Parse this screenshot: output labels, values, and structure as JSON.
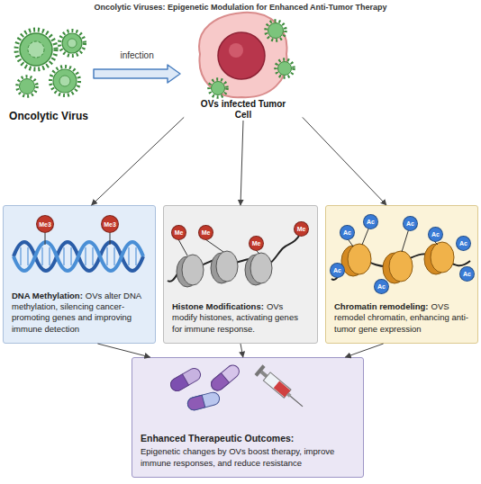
{
  "diagram": {
    "title": "Oncolytic Viruses: Epigenetic Modulation for Enhanced Anti-Tumor Therapy",
    "nodes": [
      {
        "text": [
          "Oncolytic Virus"
        ]
      },
      {
        "text": [
          "OVs infected Tumor Cell"
        ]
      },
      {
        "text": [
          "DNA Methylation:",
          "OVs alter DNA methylation, silencing cancer-promoting genes and improving immune detection"
        ]
      },
      {
        "text": [
          "Histone Modifications:",
          "OVs modify histones, activating genes for immune response."
        ]
      },
      {
        "text": [
          "Chromatin remodeling:",
          "OVS remodel chromatin, enhancing anti-tumor gene expression"
        ]
      },
      {
        "text": [
          "Enhanced Therapeutic Outcomes:",
          "Epigenetic changes by OVs boost therapy, improve immune responses, and reduce resistance"
        ]
      }
    ],
    "edges": [
      {
        "from": 0,
        "to": 1,
        "label": "infection",
        "arrow": "to"
      },
      {
        "from": 1,
        "to": 2,
        "arrow": "to"
      },
      {
        "from": 1,
        "to": 3,
        "arrow": "to"
      },
      {
        "from": 1,
        "to": 4,
        "arrow": "to"
      },
      {
        "from": 2,
        "to": 5,
        "arrow": "to"
      },
      {
        "from": 3,
        "to": 5,
        "arrow": "to"
      },
      {
        "from": 4,
        "to": 5,
        "arrow": "to"
      }
    ],
    "labels": [
      "Me3",
      "Me3",
      "Me",
      "Me",
      "Me",
      "Me",
      "Ac",
      "Ac",
      "Ac",
      "Ac",
      "Ac",
      "Ac",
      "Ac",
      "Ac"
    ]
  }
}
